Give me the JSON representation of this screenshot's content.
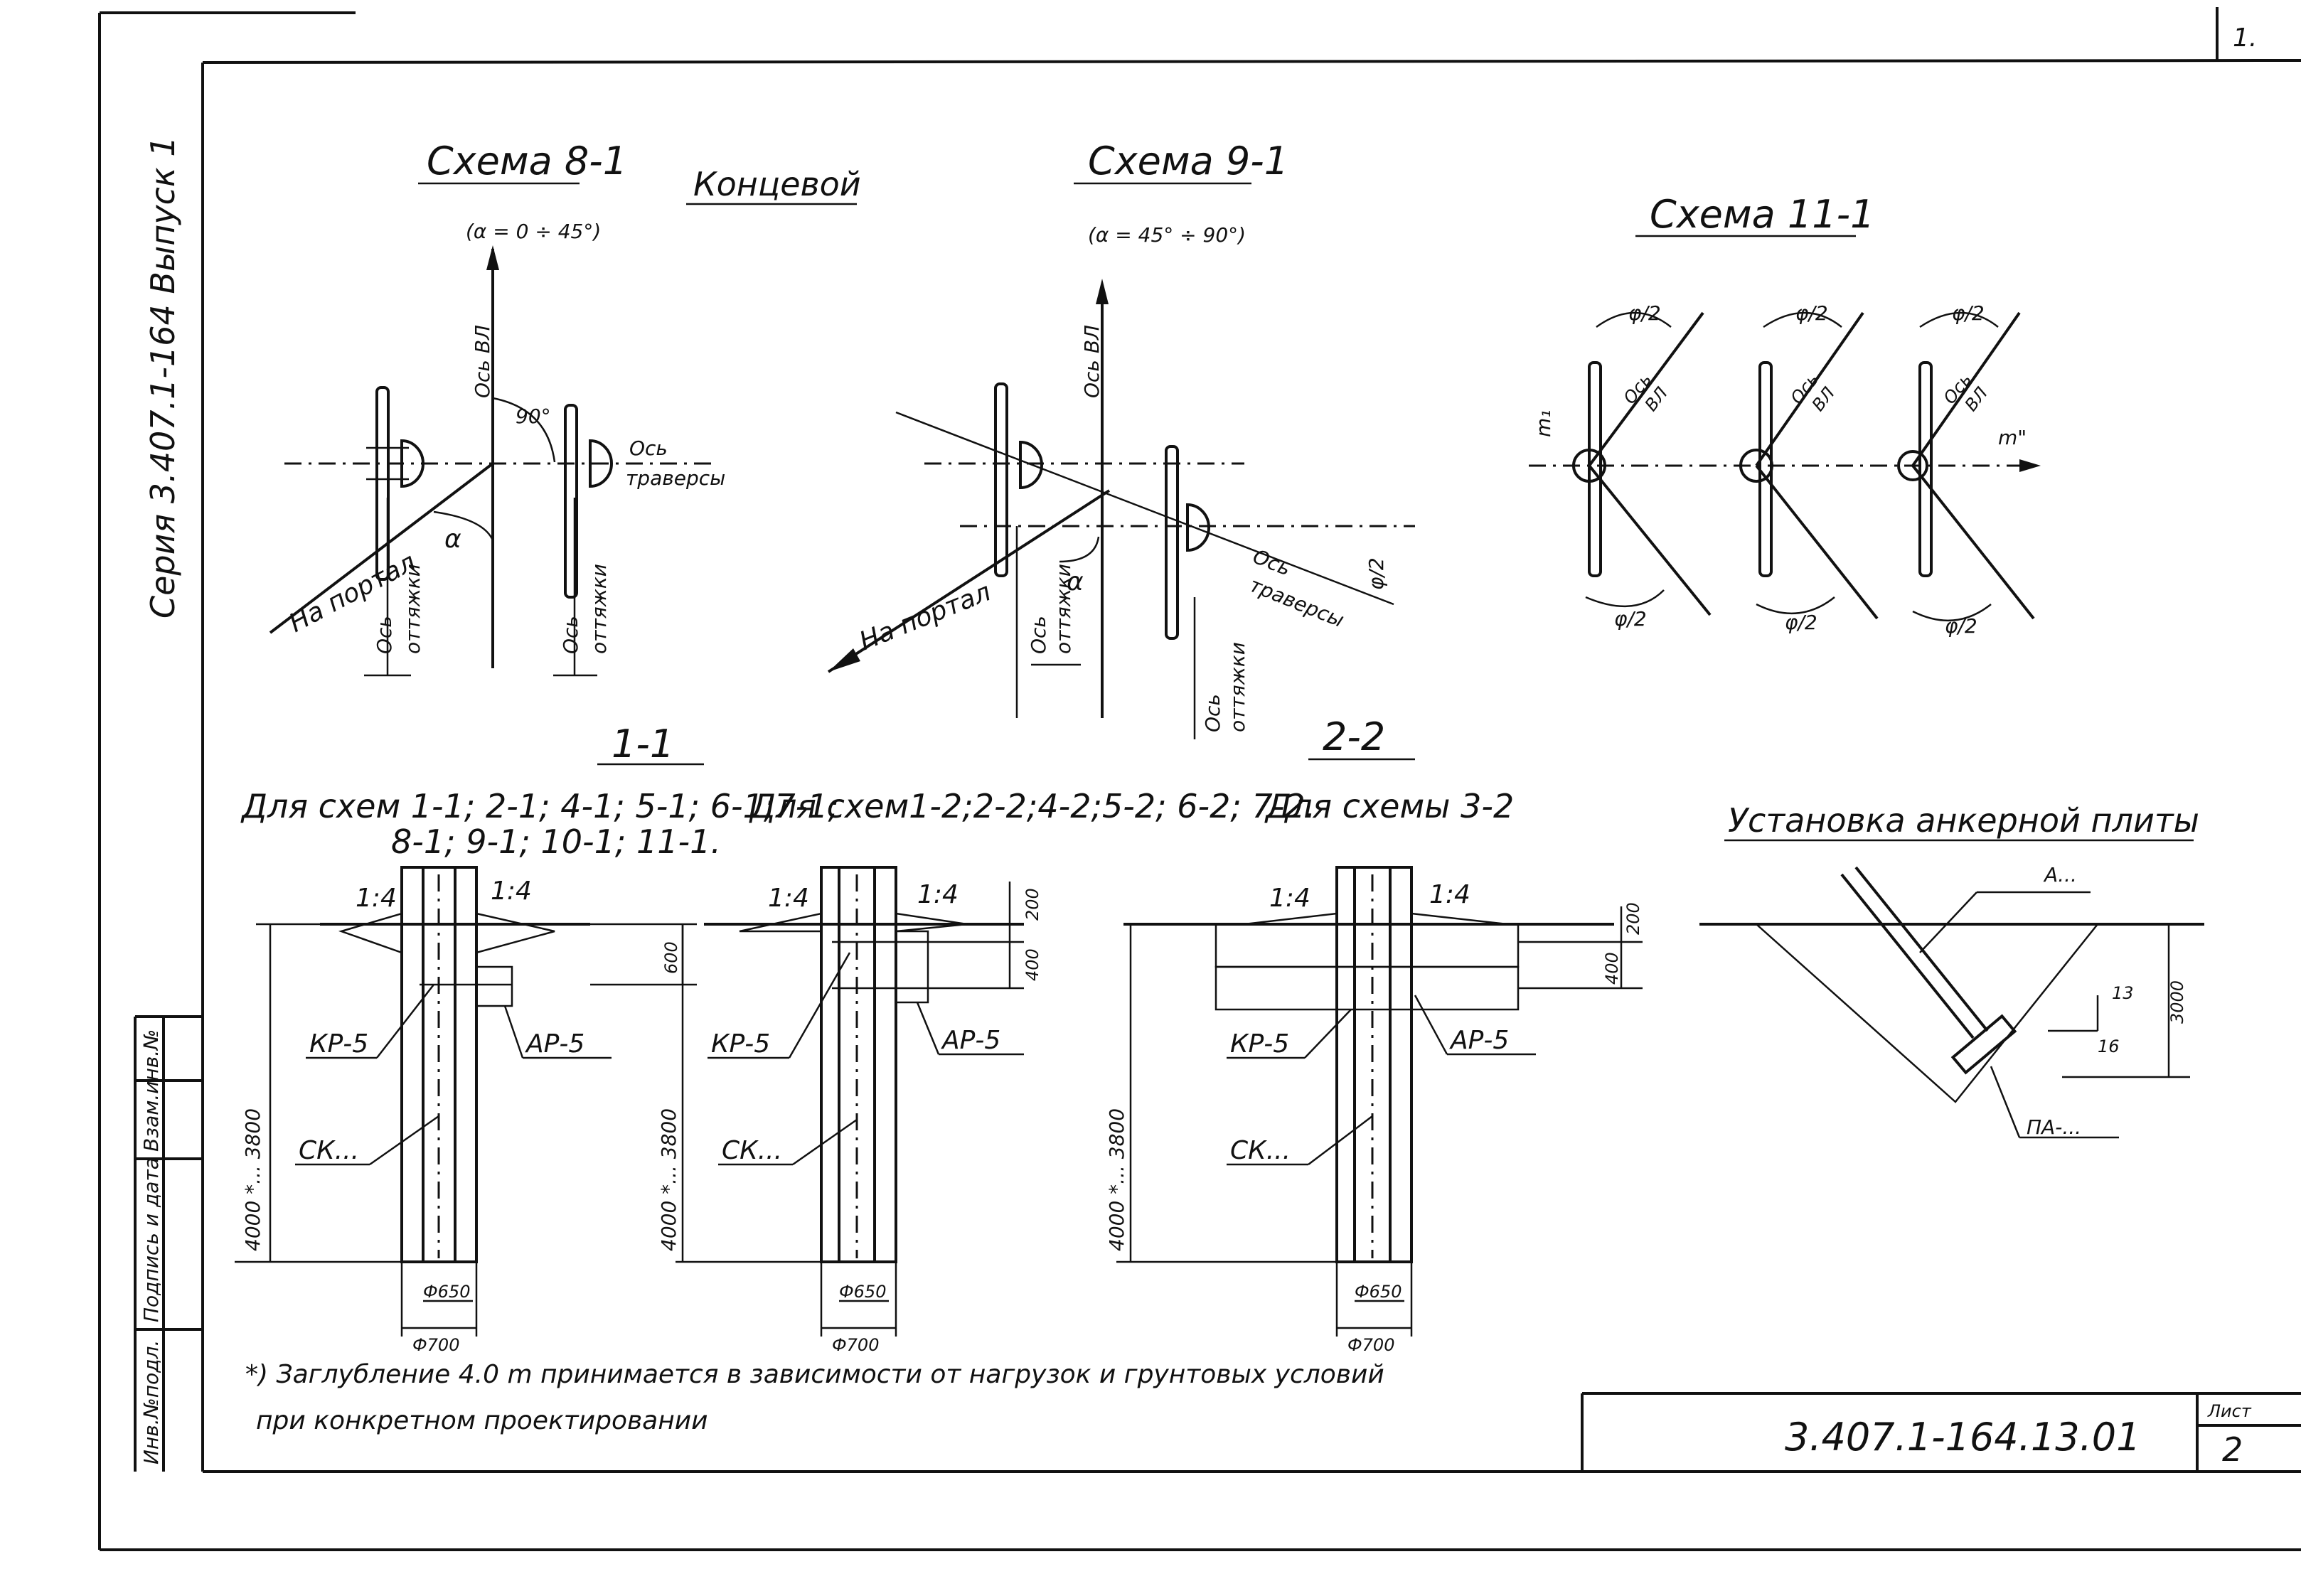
{
  "side": {
    "series": "Серия 3.407.1-164  Выпуск 1",
    "stamp_labels": [
      "Инв.№подл.",
      "Подпись и дата",
      "Взам.инв.№"
    ]
  },
  "corner": "1.",
  "schemes": {
    "s81": {
      "title": "Схема 8-1",
      "angle": "(α = 0 ÷ 45°)"
    },
    "type_label": "Концевой",
    "s91": {
      "title": "Схема 9-1",
      "angle": "(α = 45° ÷ 90°)"
    },
    "s111": {
      "title": "Схема 11-1"
    }
  },
  "labels": {
    "os_vl": "Ось ВЛ",
    "os_traversy_1": "Ось",
    "os_traversy_2": "траверсы",
    "na_portal": "На портал",
    "os_ottyazhki_1": "Ось",
    "os_ottyazhki_2": "оттяжки",
    "angle_90": "90°",
    "alpha": "α",
    "phi2": "φ/2",
    "m1": "m₁",
    "m2": "m\"",
    "os_vl_short_1": "Ось",
    "os_vl_short_2": "ВЛ"
  },
  "sections": {
    "s11": {
      "title": "1-1",
      "caption_1": "Для схем 1-1; 2-1; 4-1; 5-1; 6-1;7-1;",
      "caption_2": "8-1; 9-1; 10-1; 11-1."
    },
    "s11b": {
      "caption": "Для схем1-2;2-2;4-2;5-2; 6-2; 7-2."
    },
    "s22": {
      "title": "2-2",
      "caption": "Для схемы 3-2"
    },
    "anchor": {
      "title": "Установка анкерной плиты",
      "label_top": "А...",
      "label_bottom": "ПА-...",
      "slope_1": "13",
      "slope_2": "16",
      "depth": "3000"
    }
  },
  "dims": {
    "slope": "1:4",
    "d600": "600",
    "d200": "200",
    "d400": "400",
    "depth": "4000 *... 3800",
    "phi650": "Ф650",
    "phi700": "Ф700",
    "kr5": "КР-5",
    "ar5": "АР-5",
    "sk": "СК..."
  },
  "note": {
    "line1": "*) Заглубление    4.0 m    принимается         в зависимости    от нагрузок  и грунтовых условий",
    "line2": "при  конкретном     проектировании"
  },
  "stamp": {
    "code": "3.407.1-164.13.01",
    "sheet_label": "Лист",
    "sheet_no": "2"
  }
}
